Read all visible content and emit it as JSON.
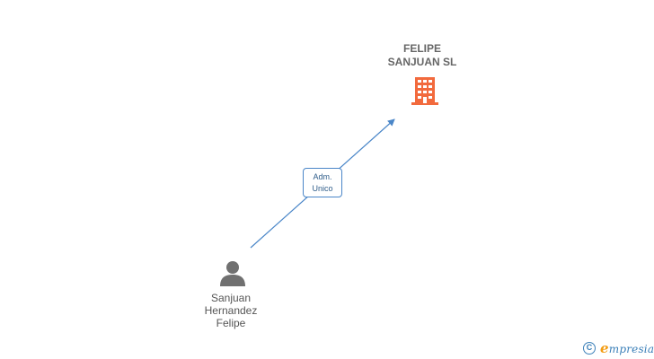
{
  "company": {
    "name_line1": "FELIPE",
    "name_line2": "SANJUAN SL"
  },
  "relation": {
    "role_line1": "Adm.",
    "role_line2": "Unico"
  },
  "person": {
    "name_line1": "Sanjuan",
    "name_line2": "Hernandez",
    "name_line3": "Felipe"
  },
  "brand": {
    "copyright_symbol": "C",
    "initial": "e",
    "rest": "mpresia"
  },
  "colors": {
    "building": "#f26a3d",
    "person": "#707070",
    "edge": "#4a86c8",
    "brand": "#3a7fb8",
    "brand_accent": "#f39c12"
  },
  "icons": {
    "company": "building-icon",
    "person": "person-icon",
    "brand": "copyright-icon"
  }
}
